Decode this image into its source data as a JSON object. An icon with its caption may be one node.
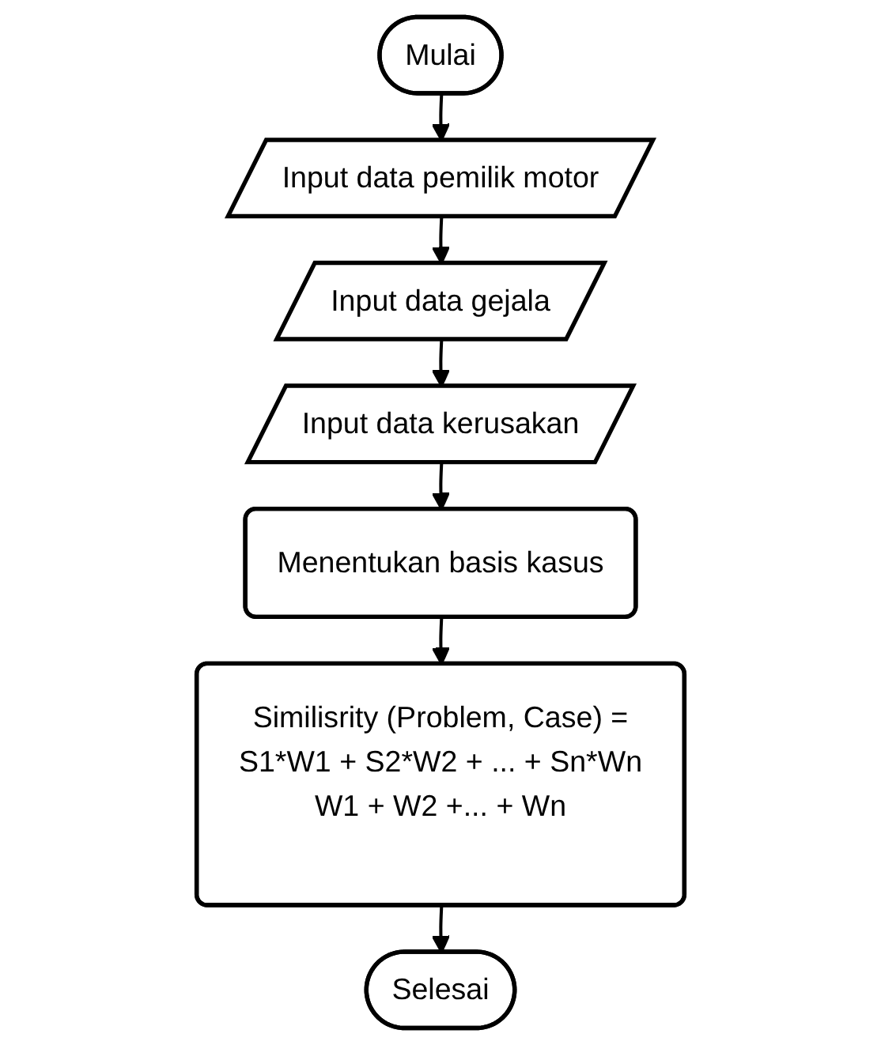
{
  "diagram": {
    "nodes": [
      {
        "text": [
          "Mulai"
        ]
      },
      {
        "text": [
          "Input data pemilik motor"
        ]
      },
      {
        "text": [
          "Input data gejala"
        ]
      },
      {
        "text": [
          "Input data kerusakan"
        ]
      },
      {
        "text": [
          "Menentukan basis kasus"
        ]
      },
      {
        "text": [
          "Similisrity (Problem, Case) =",
          "S1*W1 + S2*W2 + ... + Sn*Wn",
          "W1 + W2 +... + Wn"
        ]
      },
      {
        "text": [
          "Selesai"
        ]
      }
    ],
    "edges": [
      {
        "from": 0,
        "to": 1,
        "arrow": "to"
      },
      {
        "from": 1,
        "to": 2,
        "arrow": "to"
      },
      {
        "from": 2,
        "to": 3,
        "arrow": "to"
      },
      {
        "from": 3,
        "to": 4,
        "arrow": "to"
      },
      {
        "from": 4,
        "to": 5,
        "arrow": "to"
      },
      {
        "from": 5,
        "to": 6,
        "arrow": "to"
      }
    ]
  }
}
